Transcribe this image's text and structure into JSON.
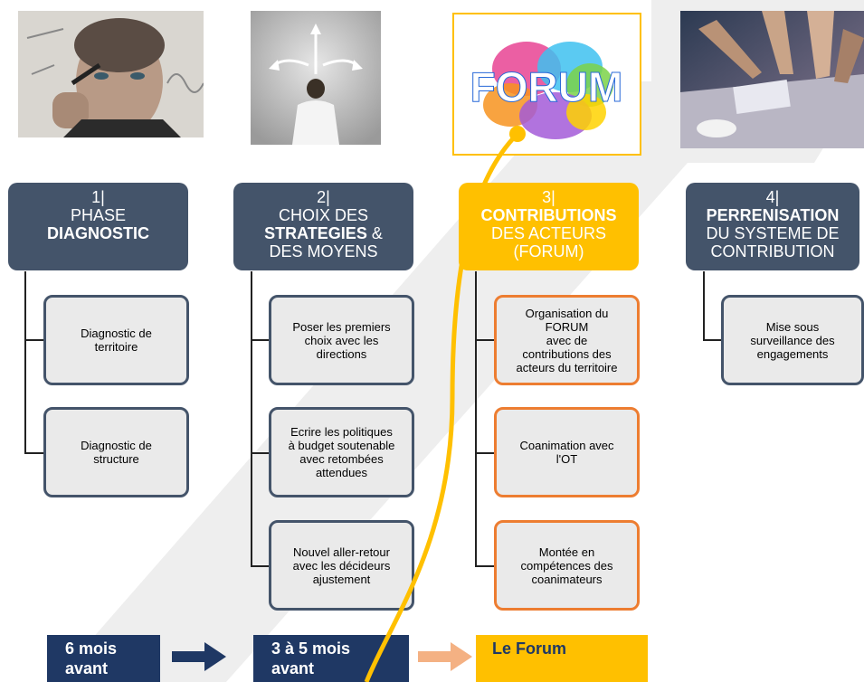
{
  "images": {
    "forum_logo_text": "FORUM"
  },
  "phases": [
    {
      "number": "1|",
      "lines": [
        "PHASE"
      ],
      "bold": "DIAGNOSTIC"
    },
    {
      "number": "2|",
      "line1": "CHOIX DES",
      "bold": "STRATEGIES",
      "after_bold": " &",
      "line3": "DES MOYENS"
    },
    {
      "number": "3|",
      "bold": "CONTRIBUTIONS",
      "line2": "DES ACTEURS",
      "line3": "(FORUM)"
    },
    {
      "number": "4|",
      "bold": "PERRENISATION",
      "line2": "DU SYSTEME DE",
      "line3": "CONTRIBUTION"
    }
  ],
  "items": {
    "col1": [
      [
        "Diagnostic de",
        "territoire"
      ],
      [
        "Diagnostic de",
        "structure"
      ]
    ],
    "col2": [
      [
        "Poser les premiers",
        "choix avec les",
        "directions"
      ],
      [
        "Ecrire les politiques",
        "à budget soutenable",
        "avec retombées",
        "attendues"
      ],
      [
        "Nouvel aller-retour",
        "avec les décideurs",
        "ajustement"
      ]
    ],
    "col3": [
      [
        "Organisation du",
        "FORUM",
        "avec de",
        "contributions des",
        "acteurs du territoire"
      ],
      [
        "Coanimation avec",
        "l'OT"
      ],
      [
        "Montée en",
        "compétences des",
        "coanimateurs"
      ]
    ],
    "col4": [
      [
        "Mise sous",
        "surveillance des",
        "engagements"
      ]
    ]
  },
  "timeline": [
    {
      "line1": "6 mois",
      "line2": "avant"
    },
    {
      "line1": "3 à 5 mois",
      "line2": "avant"
    },
    {
      "line1": "Le Forum",
      "line2": ""
    }
  ],
  "colors": {
    "dark_slate": "#44546a",
    "gold": "#ffc000",
    "orange": "#ed7d31",
    "navy": "#1f3864"
  }
}
